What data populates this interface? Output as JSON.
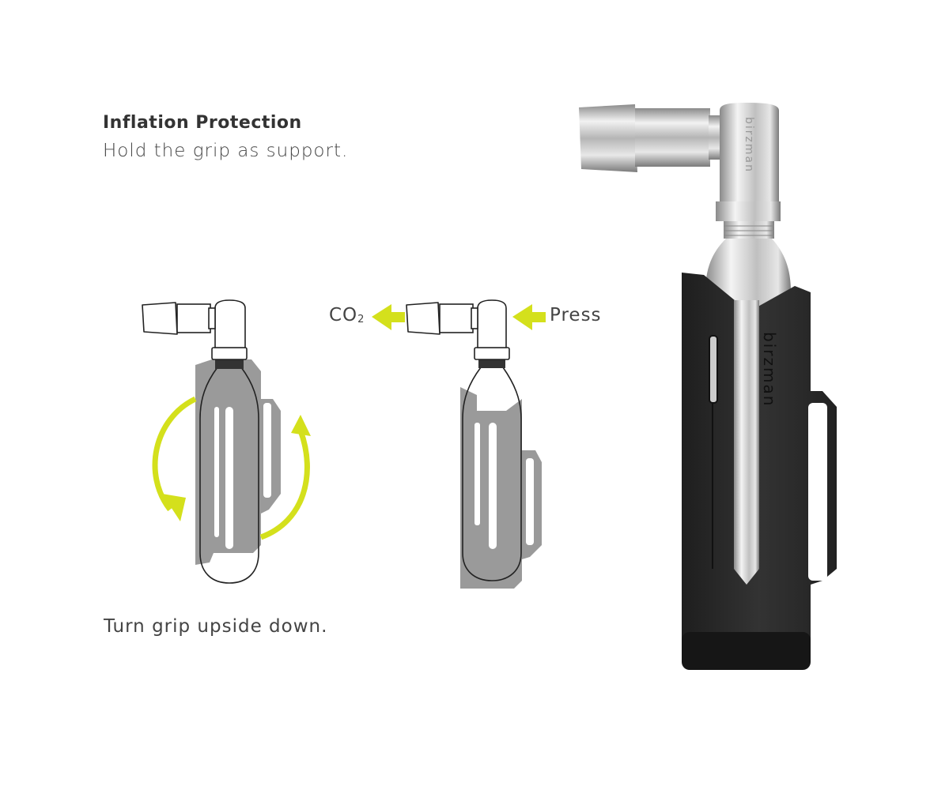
{
  "header": {
    "title": "Inflation Protection",
    "subtitle": "Hold the grip as support."
  },
  "step1": {
    "caption": "Turn grip upside down."
  },
  "step2": {
    "label_left": "CO",
    "label_left_sub": "2",
    "label_right": "Press"
  },
  "product": {
    "brand": "birzman"
  },
  "colors": {
    "accent": "#d4e01c",
    "grip_gray": "#9a9a9a",
    "grip_black": "#2a2a2a",
    "text": "#444444"
  }
}
